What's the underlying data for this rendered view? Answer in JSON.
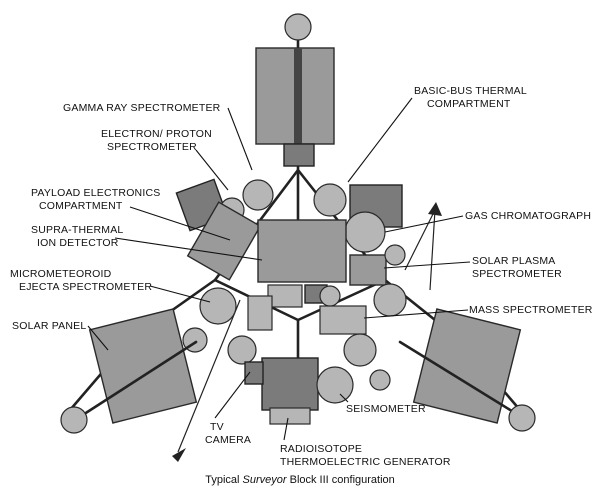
{
  "labels": {
    "gamma_ray": "GAMMA RAY SPECTROMETER",
    "electron_proton_1": "ELECTRON/ PROTON",
    "electron_proton_2": "SPECTROMETER",
    "payload_1": "PAYLOAD ELECTRONICS",
    "payload_2": "COMPARTMENT",
    "supra_1": "SUPRA-THERMAL",
    "supra_2": "ION DETECTOR",
    "micro_1": "MICROMETEOROID",
    "micro_2": "EJECTA SPECTROMETER",
    "solar_panel": "SOLAR PANEL",
    "tv_1": "TV",
    "tv_2": "CAMERA",
    "rtg_1": "RADIOISOTOPE",
    "rtg_2": "THERMOELECTRIC GENERATOR",
    "seismometer": "SEISMOMETER",
    "mass_spec": "MASS SPECTROMETER",
    "solar_plasma_1": "SOLAR PLASMA",
    "solar_plasma_2": "SPECTROMETER",
    "gas_chrom": "GAS CHROMATOGRAPH",
    "basic_bus_1": "BASIC-BUS THERMAL",
    "basic_bus_2": "COMPARTMENT"
  },
  "caption": {
    "prefix": "Typical ",
    "italic": "Surveyor",
    "suffix": " Block III configuration"
  }
}
